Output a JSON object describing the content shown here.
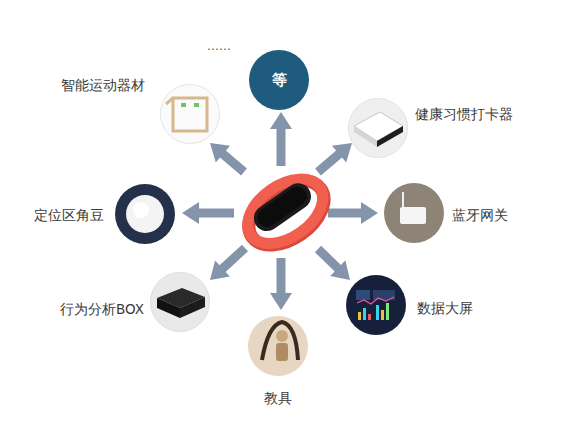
{
  "diagram": {
    "nodes": [
      {
        "text": [
          "等"
        ]
      },
      {
        "text": [
          "健康习惯打卡器"
        ]
      },
      {
        "text": [
          "蓝牙网关"
        ]
      },
      {
        "text": [
          "数据大屏"
        ]
      },
      {
        "text": [
          "教具"
        ]
      },
      {
        "text": [
          "行为分析BOX"
        ]
      },
      {
        "text": [
          "定位区角豆"
        ]
      },
      {
        "text": [
          "智能运动器材"
        ]
      }
    ],
    "labels": [
      "……"
    ]
  }
}
